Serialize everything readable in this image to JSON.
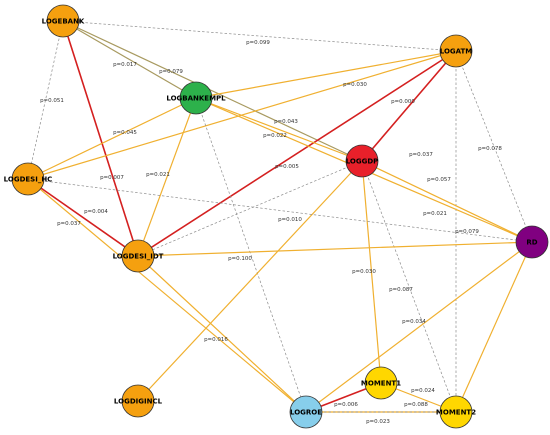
{
  "colors": {
    "orange": "#F5A00F",
    "green": "#2DB14B",
    "red": "#E8202A",
    "purple": "#800080",
    "yellow": "#FFD700",
    "lightblue": "#87CEEB",
    "edge_red": "#D42020",
    "edge_orange": "#F0B030",
    "edge_gray": "#8C8C8C",
    "edge_olive": "#A89A60"
  },
  "nodes": [
    {
      "id": "LOGEBANK",
      "label": "LOGEBANK",
      "color": "orange"
    },
    {
      "id": "LOGATM",
      "label": "LOGATM",
      "color": "orange"
    },
    {
      "id": "LOGBANKEMPL",
      "label": "LOGBANKEMPL",
      "color": "green"
    },
    {
      "id": "LOGGDP",
      "label": "LOGGDP",
      "color": "red"
    },
    {
      "id": "LOGDESI_HC",
      "label": "LOGDESI_HC",
      "color": "orange"
    },
    {
      "id": "LOGDESI_IDT",
      "label": "LOGDESI_IDT",
      "color": "orange"
    },
    {
      "id": "RD",
      "label": "RD",
      "color": "purple"
    },
    {
      "id": "LOGDIGINCL",
      "label": "LOGDIGINCL",
      "color": "orange"
    },
    {
      "id": "MOMENT1",
      "label": "MOMENT1",
      "color": "yellow"
    },
    {
      "id": "LOGROE",
      "label": "LOGROE",
      "color": "lightblue"
    },
    {
      "id": "MOMENT2",
      "label": "MOMENT2",
      "color": "yellow"
    }
  ],
  "edges": [
    {
      "from": "LOGEBANK",
      "to": "LOGATM",
      "style": "gray",
      "label": "p=0.099"
    },
    {
      "from": "LOGEBANK",
      "to": "LOGBANKEMPL",
      "style": "olive",
      "label": "p=0.079"
    },
    {
      "from": "LOGEBANK",
      "to": "LOGGDP",
      "style": "olive",
      "label": "p=0.017"
    },
    {
      "from": "LOGEBANK",
      "to": "LOGDESI_HC",
      "style": "gray",
      "label": "p=0.051"
    },
    {
      "from": "LOGEBANK",
      "to": "LOGDESI_IDT",
      "style": "red",
      "label": "p=0.007"
    },
    {
      "from": "LOGATM",
      "to": "LOGDESI_HC",
      "style": "orange",
      "label": "p=0.030"
    },
    {
      "from": "LOGATM",
      "to": "LOGGDP",
      "style": "red",
      "label": "p=0.000"
    },
    {
      "from": "LOGATM",
      "to": "LOGDESI_IDT",
      "style": "red",
      "label": "p=0.005"
    },
    {
      "from": "LOGATM",
      "to": "RD",
      "style": "gray",
      "label": "p=0.078"
    },
    {
      "from": "LOGATM",
      "to": "MOMENT2",
      "style": "gray",
      "label": ""
    },
    {
      "from": "LOGATM",
      "to": "LOGBANKEMPL",
      "style": "orange",
      "label": ""
    },
    {
      "from": "LOGBANKEMPL",
      "to": "LOGDESI_HC",
      "style": "orange",
      "label": "p=0.045"
    },
    {
      "from": "LOGBANKEMPL",
      "to": "LOGDESI_IDT",
      "style": "orange",
      "label": "p=0.021"
    },
    {
      "from": "LOGBANKEMPL",
      "to": "LOGGDP",
      "style": "orange",
      "label": "p=0.022"
    },
    {
      "from": "LOGBANKEMPL",
      "to": "RD",
      "style": "orange",
      "label": "p=0.037"
    },
    {
      "from": "LOGBANKEMPL",
      "to": "LOGROE",
      "style": "gray",
      "label": "p=0.100"
    },
    {
      "from": "LOGGDP",
      "to": "LOGDIGINCL",
      "style": "orange",
      "label": "p=0.010"
    },
    {
      "from": "LOGGDP",
      "to": "RD",
      "style": "orange",
      "label": "p=0.021"
    },
    {
      "from": "LOGGDP",
      "to": "MOMENT1",
      "style": "orange",
      "label": "p=0.030"
    },
    {
      "from": "LOGGDP",
      "to": "MOMENT2",
      "style": "gray",
      "label": "p=0.087"
    },
    {
      "from": "LOGGDP",
      "to": "LOGDESI_IDT",
      "style": "gray",
      "label": "p=0.043"
    },
    {
      "from": "LOGDESI_HC",
      "to": "RD",
      "style": "gray",
      "label": "p=0.057"
    },
    {
      "from": "LOGDESI_HC",
      "to": "LOGDESI_IDT",
      "style": "red",
      "label": "p=0.004"
    },
    {
      "from": "LOGDESI_HC",
      "to": "LOGROE",
      "style": "orange",
      "label": "p=0.037"
    },
    {
      "from": "LOGDESI_IDT",
      "to": "LOGROE",
      "style": "orange",
      "label": "p=0.016"
    },
    {
      "from": "LOGDESI_IDT",
      "to": "RD",
      "style": "orange",
      "label": "p=0.079"
    },
    {
      "from": "RD",
      "to": "LOGROE",
      "style": "orange",
      "label": "p=0.034"
    },
    {
      "from": "RD",
      "to": "MOMENT2",
      "style": "orange",
      "label": ""
    },
    {
      "from": "MOMENT1",
      "to": "LOGROE",
      "style": "red",
      "label": "p=0.006"
    },
    {
      "from": "MOMENT1",
      "to": "MOMENT2",
      "style": "orange",
      "label": "p=0.024"
    },
    {
      "from": "LOGROE",
      "to": "MOMENT2",
      "style": "orange",
      "label": "p=0.023"
    },
    {
      "from": "LOGROE",
      "to": "MOMENT2",
      "style": "gray",
      "label": "p=0.088"
    }
  ]
}
